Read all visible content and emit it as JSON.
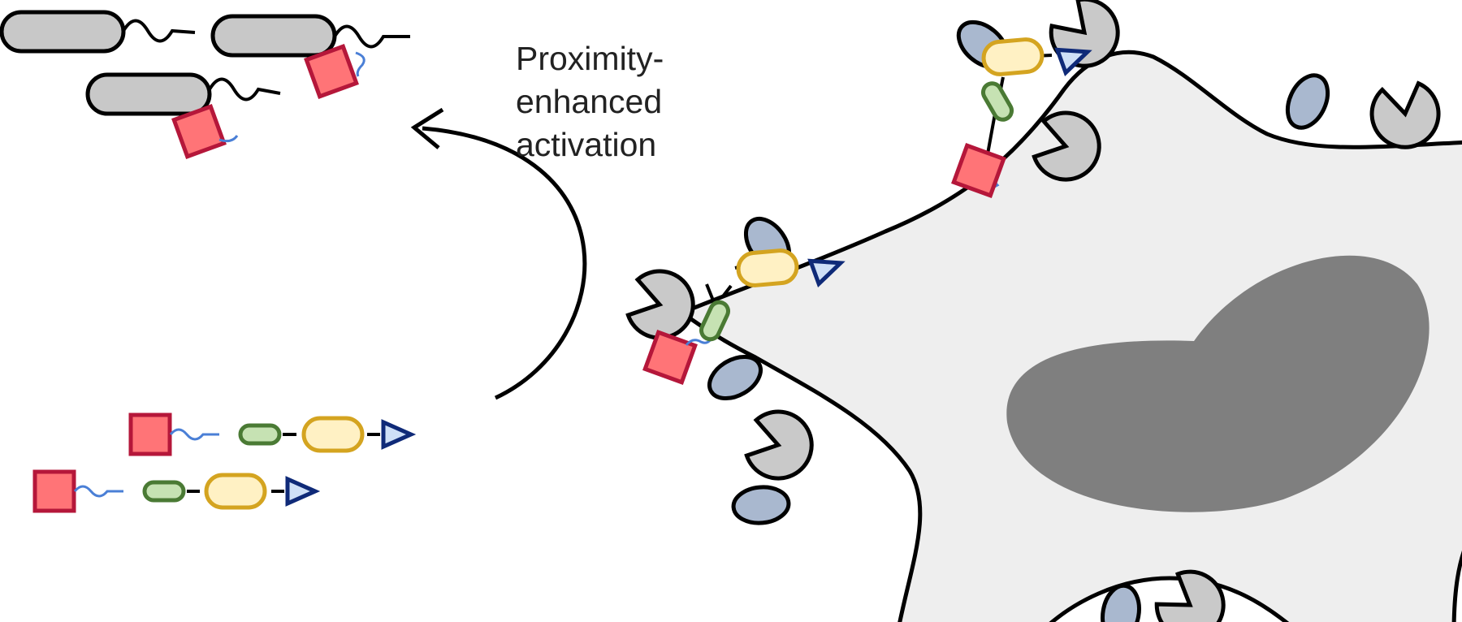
{
  "label": {
    "line1": "Proximity-",
    "line2": "enhanced",
    "line3": "activation"
  },
  "colors": {
    "cell": "#eeeeee",
    "nucleus": "#7f7f7f",
    "receptor_oval": "#a9b8cf",
    "receptor_pacman": "#c9c9c9",
    "payload_square": "#ff7477",
    "payload_square_stroke": "#b5173a",
    "linker": "#4a7fd6",
    "green_pill": "#c6e2b3",
    "green_stroke": "#4a7a34",
    "yellow_pill": "#fff1c4",
    "yellow_stroke": "#d4a420",
    "triangle": "#cfe0f7",
    "triangle_stroke": "#0f2a78",
    "bacterium": "#c8c8c8"
  }
}
